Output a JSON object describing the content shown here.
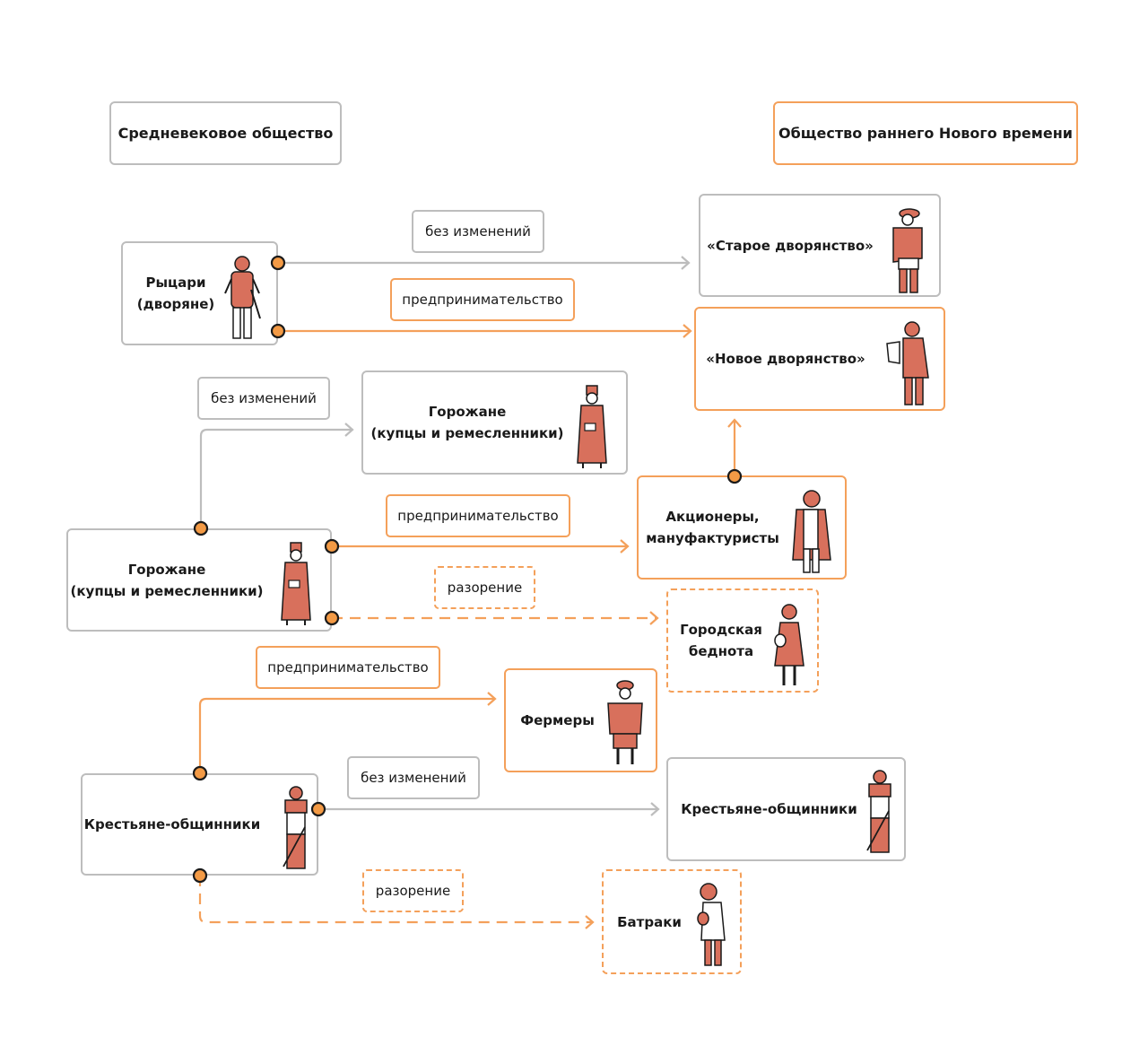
{
  "colors": {
    "accent_orange": "#f4a05a",
    "gray_border": "#bdbdbd",
    "figure_fill": "#d8705c",
    "dot_fill": "#f39a45",
    "dot_stroke": "#1a1a1a"
  },
  "headers": {
    "medieval": "Средневековое общество",
    "early_modern": "Общество раннего Нового времени"
  },
  "medieval_nodes": {
    "knights": "Рыцари\n(дворяне)",
    "townspeople": "Горожане\n(купцы и ремесленники)",
    "peasants": "Крестьяне-общинники"
  },
  "early_modern_nodes": {
    "old_nobility": "«Старое дворянство»",
    "new_nobility": "«Новое дворянство»",
    "townspeople": "Горожане\n(купцы и ремесленники)",
    "shareholders": "Акционеры,\nмануфактуристы",
    "urban_poor": "Городская\nбеднота",
    "farmers": "Фермеры",
    "peasants": "Крестьяне-общинники",
    "laborers": "Батраки"
  },
  "edge_labels": {
    "knights_unchanged": "без изменений",
    "knights_entrepreneurship": "предпринимательство",
    "town_unchanged": "без изменений",
    "town_entrepreneurship": "предпринимательство",
    "town_ruin": "разорение",
    "peasant_entrepreneurship": "предпринимательство",
    "peasant_unchanged": "без изменений",
    "peasant_ruin": "разорение"
  },
  "edges": [
    {
      "from": "knights",
      "to": "old_nobility",
      "label": "без изменений",
      "style": "gray"
    },
    {
      "from": "knights",
      "to": "new_nobility",
      "label": "предпринимательство",
      "style": "orange"
    },
    {
      "from": "townspeople",
      "to": "townspeople_new",
      "label": "без изменений",
      "style": "gray"
    },
    {
      "from": "townspeople",
      "to": "shareholders",
      "label": "предпринимательство",
      "style": "orange"
    },
    {
      "from": "townspeople",
      "to": "urban_poor",
      "label": "разорение",
      "style": "dashed"
    },
    {
      "from": "shareholders",
      "to": "new_nobility",
      "label": "",
      "style": "orange"
    },
    {
      "from": "peasants",
      "to": "farmers",
      "label": "предпринимательство",
      "style": "orange"
    },
    {
      "from": "peasants",
      "to": "peasants_new",
      "label": "без изменений",
      "style": "gray"
    },
    {
      "from": "peasants",
      "to": "laborers",
      "label": "разорение",
      "style": "dashed"
    }
  ]
}
